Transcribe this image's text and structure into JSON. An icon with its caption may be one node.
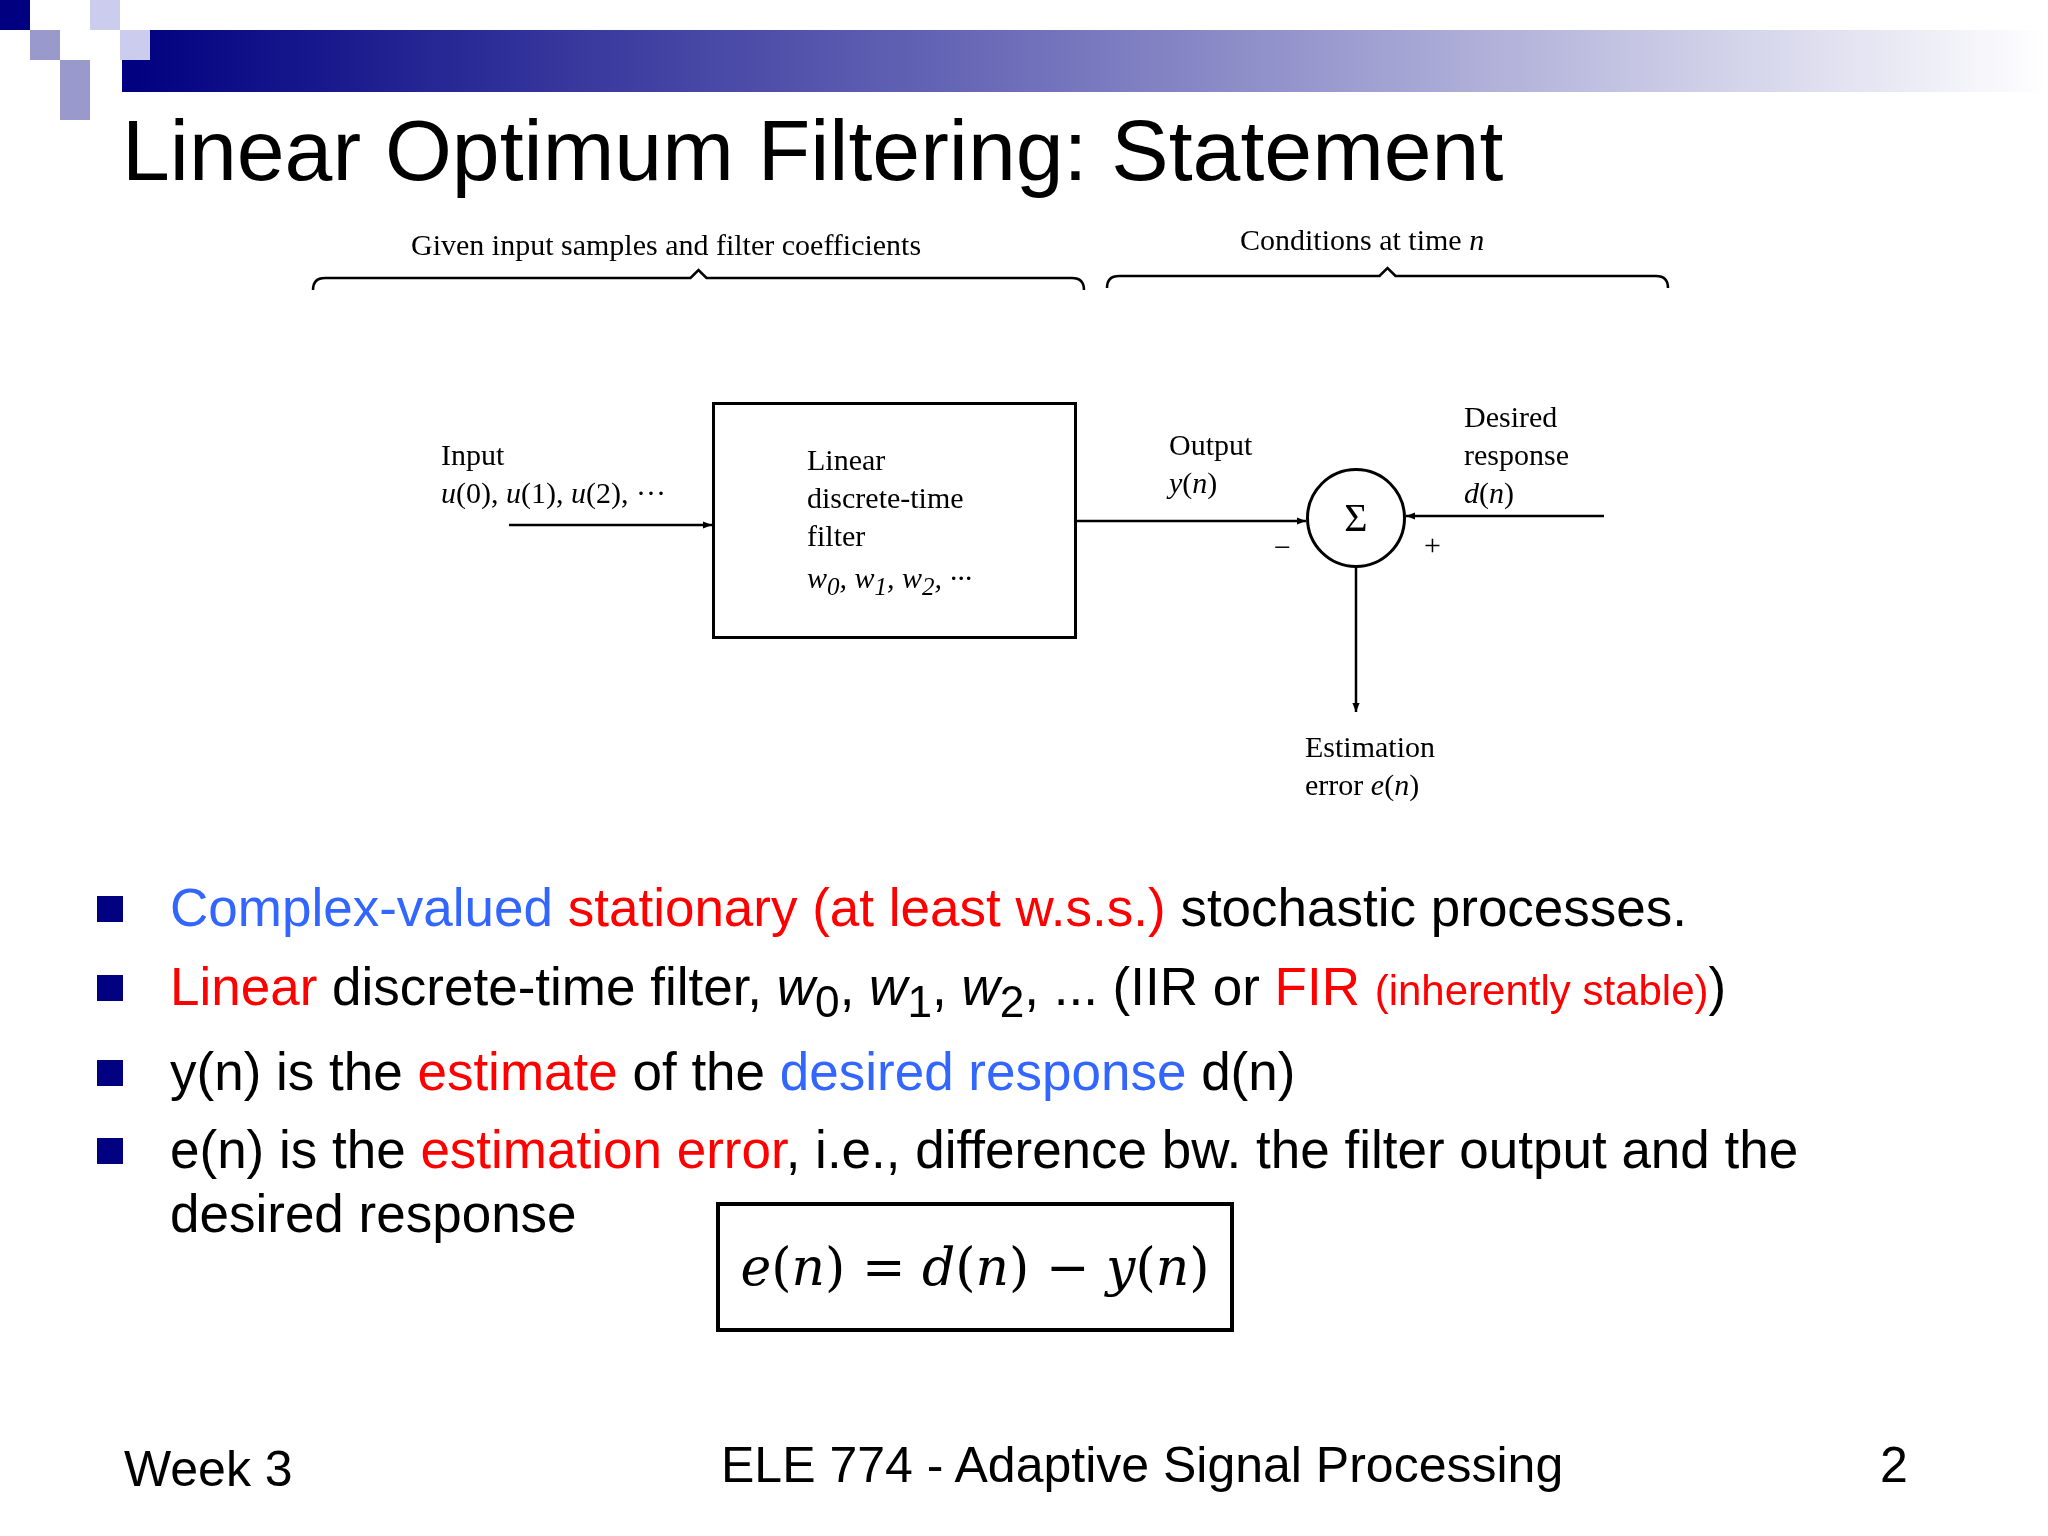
{
  "diagram": {
    "title": "Linear Optimum Filtering: Statement",
    "nodes": [
      {
        "text": [
          "Input",
          "*u*(0), *u*(1), *u*(2), ···"
        ]
      },
      {
        "text": [
          "Linear discrete-time filter",
          "*w*$_{0}$, *w*$_{1}$, *w*$_{2}$, ···"
        ]
      },
      {
        "text": [
          "Σ"
        ]
      },
      {
        "text": [
          "Desired response *d*(*n*)"
        ]
      },
      {
        "text": [
          "Estimation error *e*(*n*)"
        ]
      },
      {
        "text": [
          "*e*(*n*) = *d*(*n*) − *y*(*n*)"
        ]
      }
    ],
    "edges": [
      {
        "from": 0,
        "to": 1,
        "arrow": "to"
      },
      {
        "from": 1,
        "to": 2,
        "arrow": "to",
        "label": "Output *y*(*n*)"
      },
      {
        "from": 3,
        "to": 2,
        "arrow": "to"
      },
      {
        "from": 2,
        "to": 4,
        "arrow": "to"
      }
    ],
    "labels": [
      "Given input samples and filter coefficients",
      "Conditions at time *n*",
      "−",
      "+",
      "Complex-valued",
      "stationary (at least w.s.s.)",
      "stochastic processes.",
      "Linear",
      "discrete-time filter, *w*$_{0}$, *w*$_{1}$, *w*$_{2}$, ... (IIR or",
      "FIR",
      "(inherently stable)",
      ")",
      "y(n) is the",
      "estimate",
      "of the",
      "desired response",
      "d(n)",
      "e(n) is the",
      "estimation error",
      ", i.e., difference bw. the filter output and the desired response",
      "Week 3",
      "ELE 774 - Adaptive Signal Processing",
      "2"
    ]
  }
}
